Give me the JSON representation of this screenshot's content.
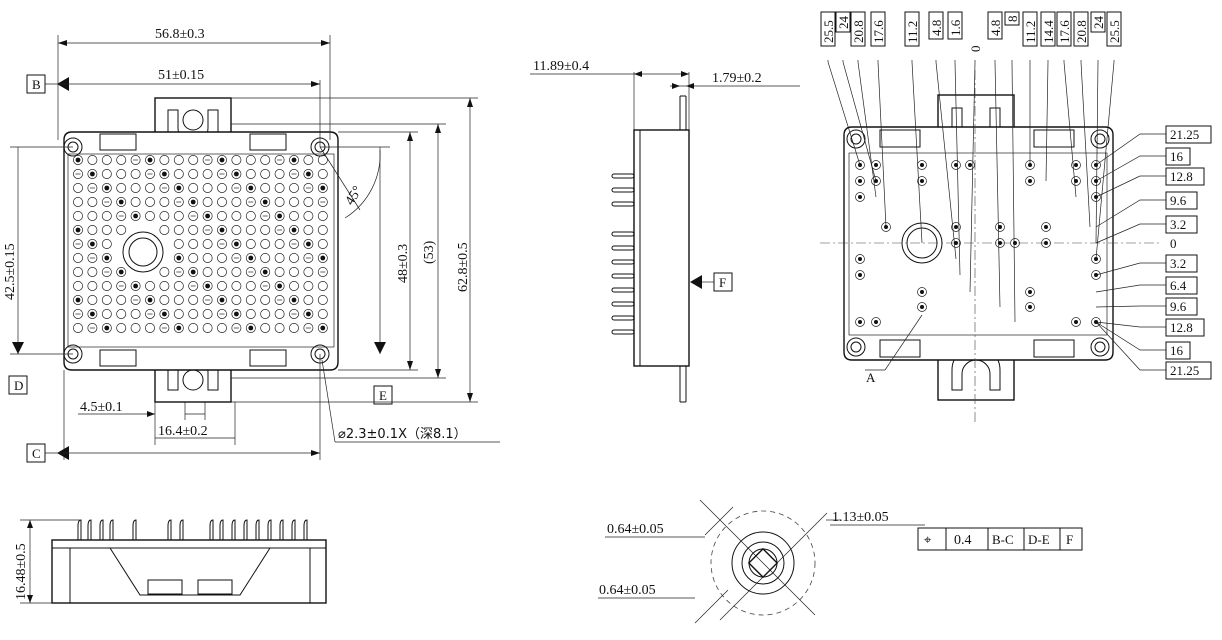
{
  "top_view": {
    "width_dim": "56.8±0.3",
    "hole_span_x": "51±0.15",
    "hole_span_y": "42.5±0.15",
    "inner_height": "48±0.3",
    "ref_height": "(53)",
    "total_height": "62.8±0.5",
    "angle": "45°",
    "tab_offset": "4.5±0.1",
    "tab_width": "16.4±0.2",
    "hole_note": "⌀2.3±0.1X（深8.1）",
    "datum_b": "B",
    "datum_c": "C",
    "datum_d": "D",
    "datum_e": "E"
  },
  "side_view": {
    "thickness": "11.89±0.4",
    "pin_offset": "1.79±0.2",
    "datum_f": "F"
  },
  "front_view": {
    "height": "16.48±0.5"
  },
  "pin_map": {
    "top_labels": [
      "25.5",
      "24",
      "20.8",
      "17.6",
      "11.2",
      "4.8",
      "1.6",
      "0",
      "4.8",
      "8",
      "11.2",
      "14.4",
      "17.6",
      "20.8",
      "24",
      "25.5"
    ],
    "right_labels": [
      "21.25",
      "16",
      "12.8",
      "9.6",
      "3.2",
      "0",
      "3.2",
      "6.4",
      "9.6",
      "12.8",
      "16",
      "21.25"
    ],
    "point_a": "A"
  },
  "pin_detail": {
    "dim_a": "0.64±0.05",
    "dim_b": "1.13±0.05",
    "dim_c": "0.64±0.05",
    "tolerance_symbol": "⌖",
    "tolerance_value": "0.4",
    "datum_ref_1": "B-C",
    "datum_ref_2": "D-E",
    "datum_ref_3": "F"
  }
}
